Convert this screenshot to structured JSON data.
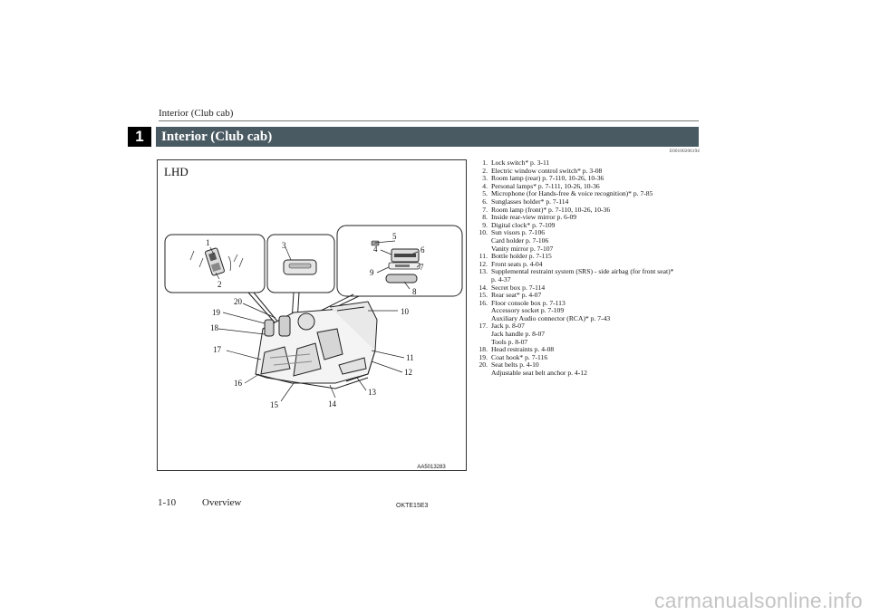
{
  "running_head": "Interior (Club cab)",
  "chapter_number": "1",
  "section_title": "Interior (Club cab)",
  "section_code": "E00100206194",
  "figure": {
    "drive_label": "LHD",
    "figure_code": "AA5013283",
    "callouts": [
      "1",
      "2",
      "3",
      "4",
      "5",
      "6",
      "7",
      "8",
      "9",
      "10",
      "11",
      "12",
      "13",
      "14",
      "15",
      "16",
      "17",
      "18",
      "19",
      "20"
    ]
  },
  "items": [
    {
      "num": "1.",
      "lines": [
        "Lock switch* p. 3-11"
      ]
    },
    {
      "num": "2.",
      "lines": [
        "Electric window control switch* p. 3-08"
      ]
    },
    {
      "num": "3.",
      "lines": [
        "Room lamp (rear) p. 7-110, 10-26, 10-36"
      ]
    },
    {
      "num": "4.",
      "lines": [
        "Personal lamps* p. 7-111, 10-26, 10-36"
      ]
    },
    {
      "num": "5.",
      "lines": [
        "Microphone (for Hands-free & voice recognition)* p. 7-85"
      ]
    },
    {
      "num": "6.",
      "lines": [
        "Sunglasses holder* p. 7-114"
      ]
    },
    {
      "num": "7.",
      "lines": [
        "Room lamp (front)* p. 7-110, 10-26, 10-36"
      ]
    },
    {
      "num": "8.",
      "lines": [
        "Inside rear-view mirror p. 6-09"
      ]
    },
    {
      "num": "9.",
      "lines": [
        "Digital clock* p. 7-109"
      ]
    },
    {
      "num": "10.",
      "lines": [
        "Sun visors p. 7-106",
        "Card holder p. 7-106",
        "Vanity mirror p. 7-107"
      ]
    },
    {
      "num": "11.",
      "lines": [
        "Bottle holder p. 7-115"
      ]
    },
    {
      "num": "12.",
      "lines": [
        "Front seats p. 4-04"
      ]
    },
    {
      "num": "13.",
      "lines": [
        "Supplemental restraint system (SRS) - side airbag (for front seat)*",
        "p. 4-37"
      ]
    },
    {
      "num": "14.",
      "lines": [
        "Secret box p. 7-114"
      ]
    },
    {
      "num": "15.",
      "lines": [
        "Rear seat* p. 4-07"
      ]
    },
    {
      "num": "16.",
      "lines": [
        "Floor console box p. 7-113",
        "Accessory socket p. 7-109",
        "Auxiliary Audio connector (RCA)* p. 7-43"
      ]
    },
    {
      "num": "17.",
      "lines": [
        "Jack p. 8-07",
        "Jack handle p. 8-07",
        "Tools p. 8-07"
      ]
    },
    {
      "num": "18.",
      "lines": [
        "Head restraints p. 4-08"
      ]
    },
    {
      "num": "19.",
      "lines": [
        "Coat hook* p. 7-116"
      ]
    },
    {
      "num": "20.",
      "lines": [
        "Seat belts p. 4-10",
        "Adjustable seat belt anchor p. 4-12"
      ]
    }
  ],
  "footer": {
    "page": "1-10",
    "section": "Overview",
    "code": "OKTE15E3"
  },
  "watermark": "carmanualsonline.info"
}
